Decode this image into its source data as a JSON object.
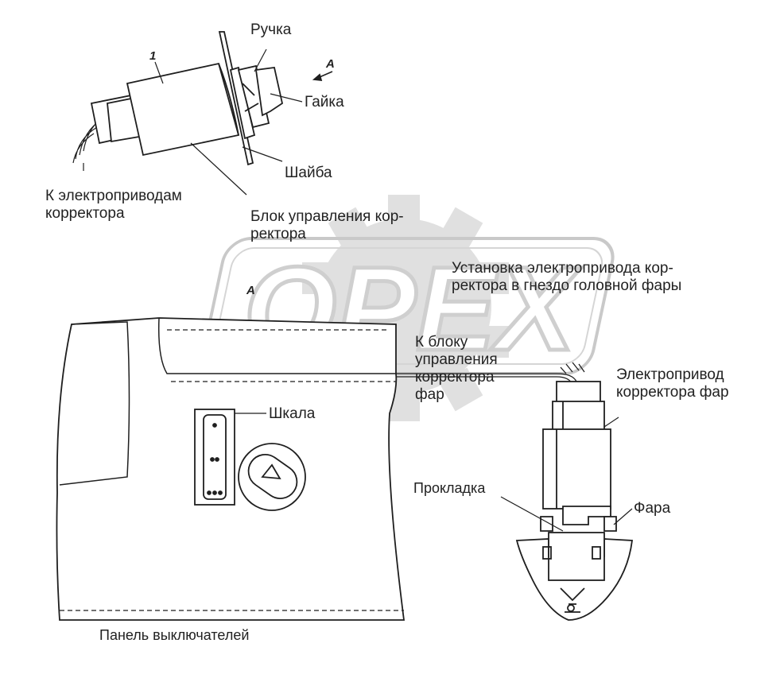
{
  "labels": {
    "part_number": "1",
    "view_letter_top": "А",
    "view_letter_panel": "А",
    "handle": "Ручка",
    "nut": "Гайка",
    "washer": "Шайба",
    "to_actuators": "К электроприводам\nкорректора",
    "control_unit": "Блок управления кор-\nректора",
    "installation": "Установка электропривода кор-\nректора в гнездо головной фары",
    "to_control_unit": "К блоку\nуправления\nкорректора\nфар",
    "actuator": "Электропривод\nкорректора фар",
    "scale": "Шкала",
    "gasket": "Прокладка",
    "headlamp": "Фара",
    "switch_panel": "Панель выключателей"
  },
  "watermark": "OPEX",
  "colors": {
    "line": "#1f1f1f",
    "watermark": "#d9d9d9"
  }
}
